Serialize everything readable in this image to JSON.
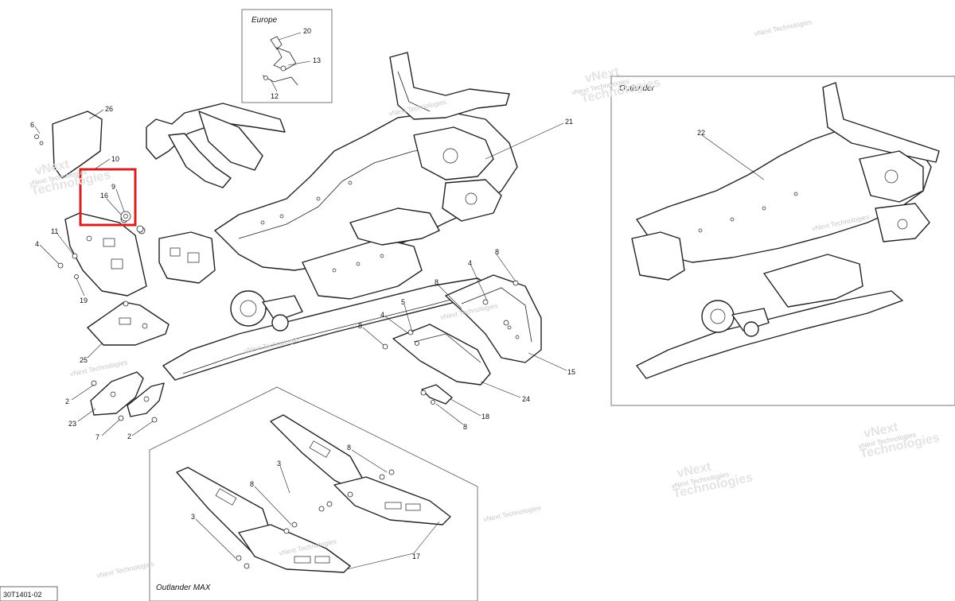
{
  "diagram": {
    "inset_titles": {
      "europe": "Europe",
      "outlander": "Outlander",
      "outlander_max": "Outlander MAX"
    },
    "reference_code": "30T1401-02",
    "watermark": [
      "vNext Technologies",
      "vNext",
      "Technologies"
    ],
    "highlight_color": "#d62020",
    "callouts": [
      {
        "id": "c20",
        "text": "20"
      },
      {
        "id": "c13",
        "text": "13"
      },
      {
        "id": "c12",
        "text": "12"
      },
      {
        "id": "c26",
        "text": "26"
      },
      {
        "id": "c6",
        "text": "6"
      },
      {
        "id": "c10",
        "text": "10"
      },
      {
        "id": "c9",
        "text": "9"
      },
      {
        "id": "c16",
        "text": "16"
      },
      {
        "id": "c11",
        "text": "11"
      },
      {
        "id": "c4a",
        "text": "4"
      },
      {
        "id": "c19",
        "text": "19"
      },
      {
        "id": "c25",
        "text": "25"
      },
      {
        "id": "c2a",
        "text": "2"
      },
      {
        "id": "c23",
        "text": "23"
      },
      {
        "id": "c7",
        "text": "7"
      },
      {
        "id": "c2b",
        "text": "2"
      },
      {
        "id": "c21",
        "text": "21"
      },
      {
        "id": "c4b",
        "text": "4"
      },
      {
        "id": "c8a",
        "text": "8"
      },
      {
        "id": "c8b",
        "text": "8"
      },
      {
        "id": "c5",
        "text": "5"
      },
      {
        "id": "c4c",
        "text": "4"
      },
      {
        "id": "c8c",
        "text": "8"
      },
      {
        "id": "c15",
        "text": "15"
      },
      {
        "id": "c24",
        "text": "24"
      },
      {
        "id": "c18",
        "text": "18"
      },
      {
        "id": "c8d",
        "text": "8"
      },
      {
        "id": "c22",
        "text": "22"
      },
      {
        "id": "c3a",
        "text": "3"
      },
      {
        "id": "c8e",
        "text": "8"
      },
      {
        "id": "c8f",
        "text": "8"
      },
      {
        "id": "c3b",
        "text": "3"
      },
      {
        "id": "c17",
        "text": "17"
      }
    ]
  }
}
